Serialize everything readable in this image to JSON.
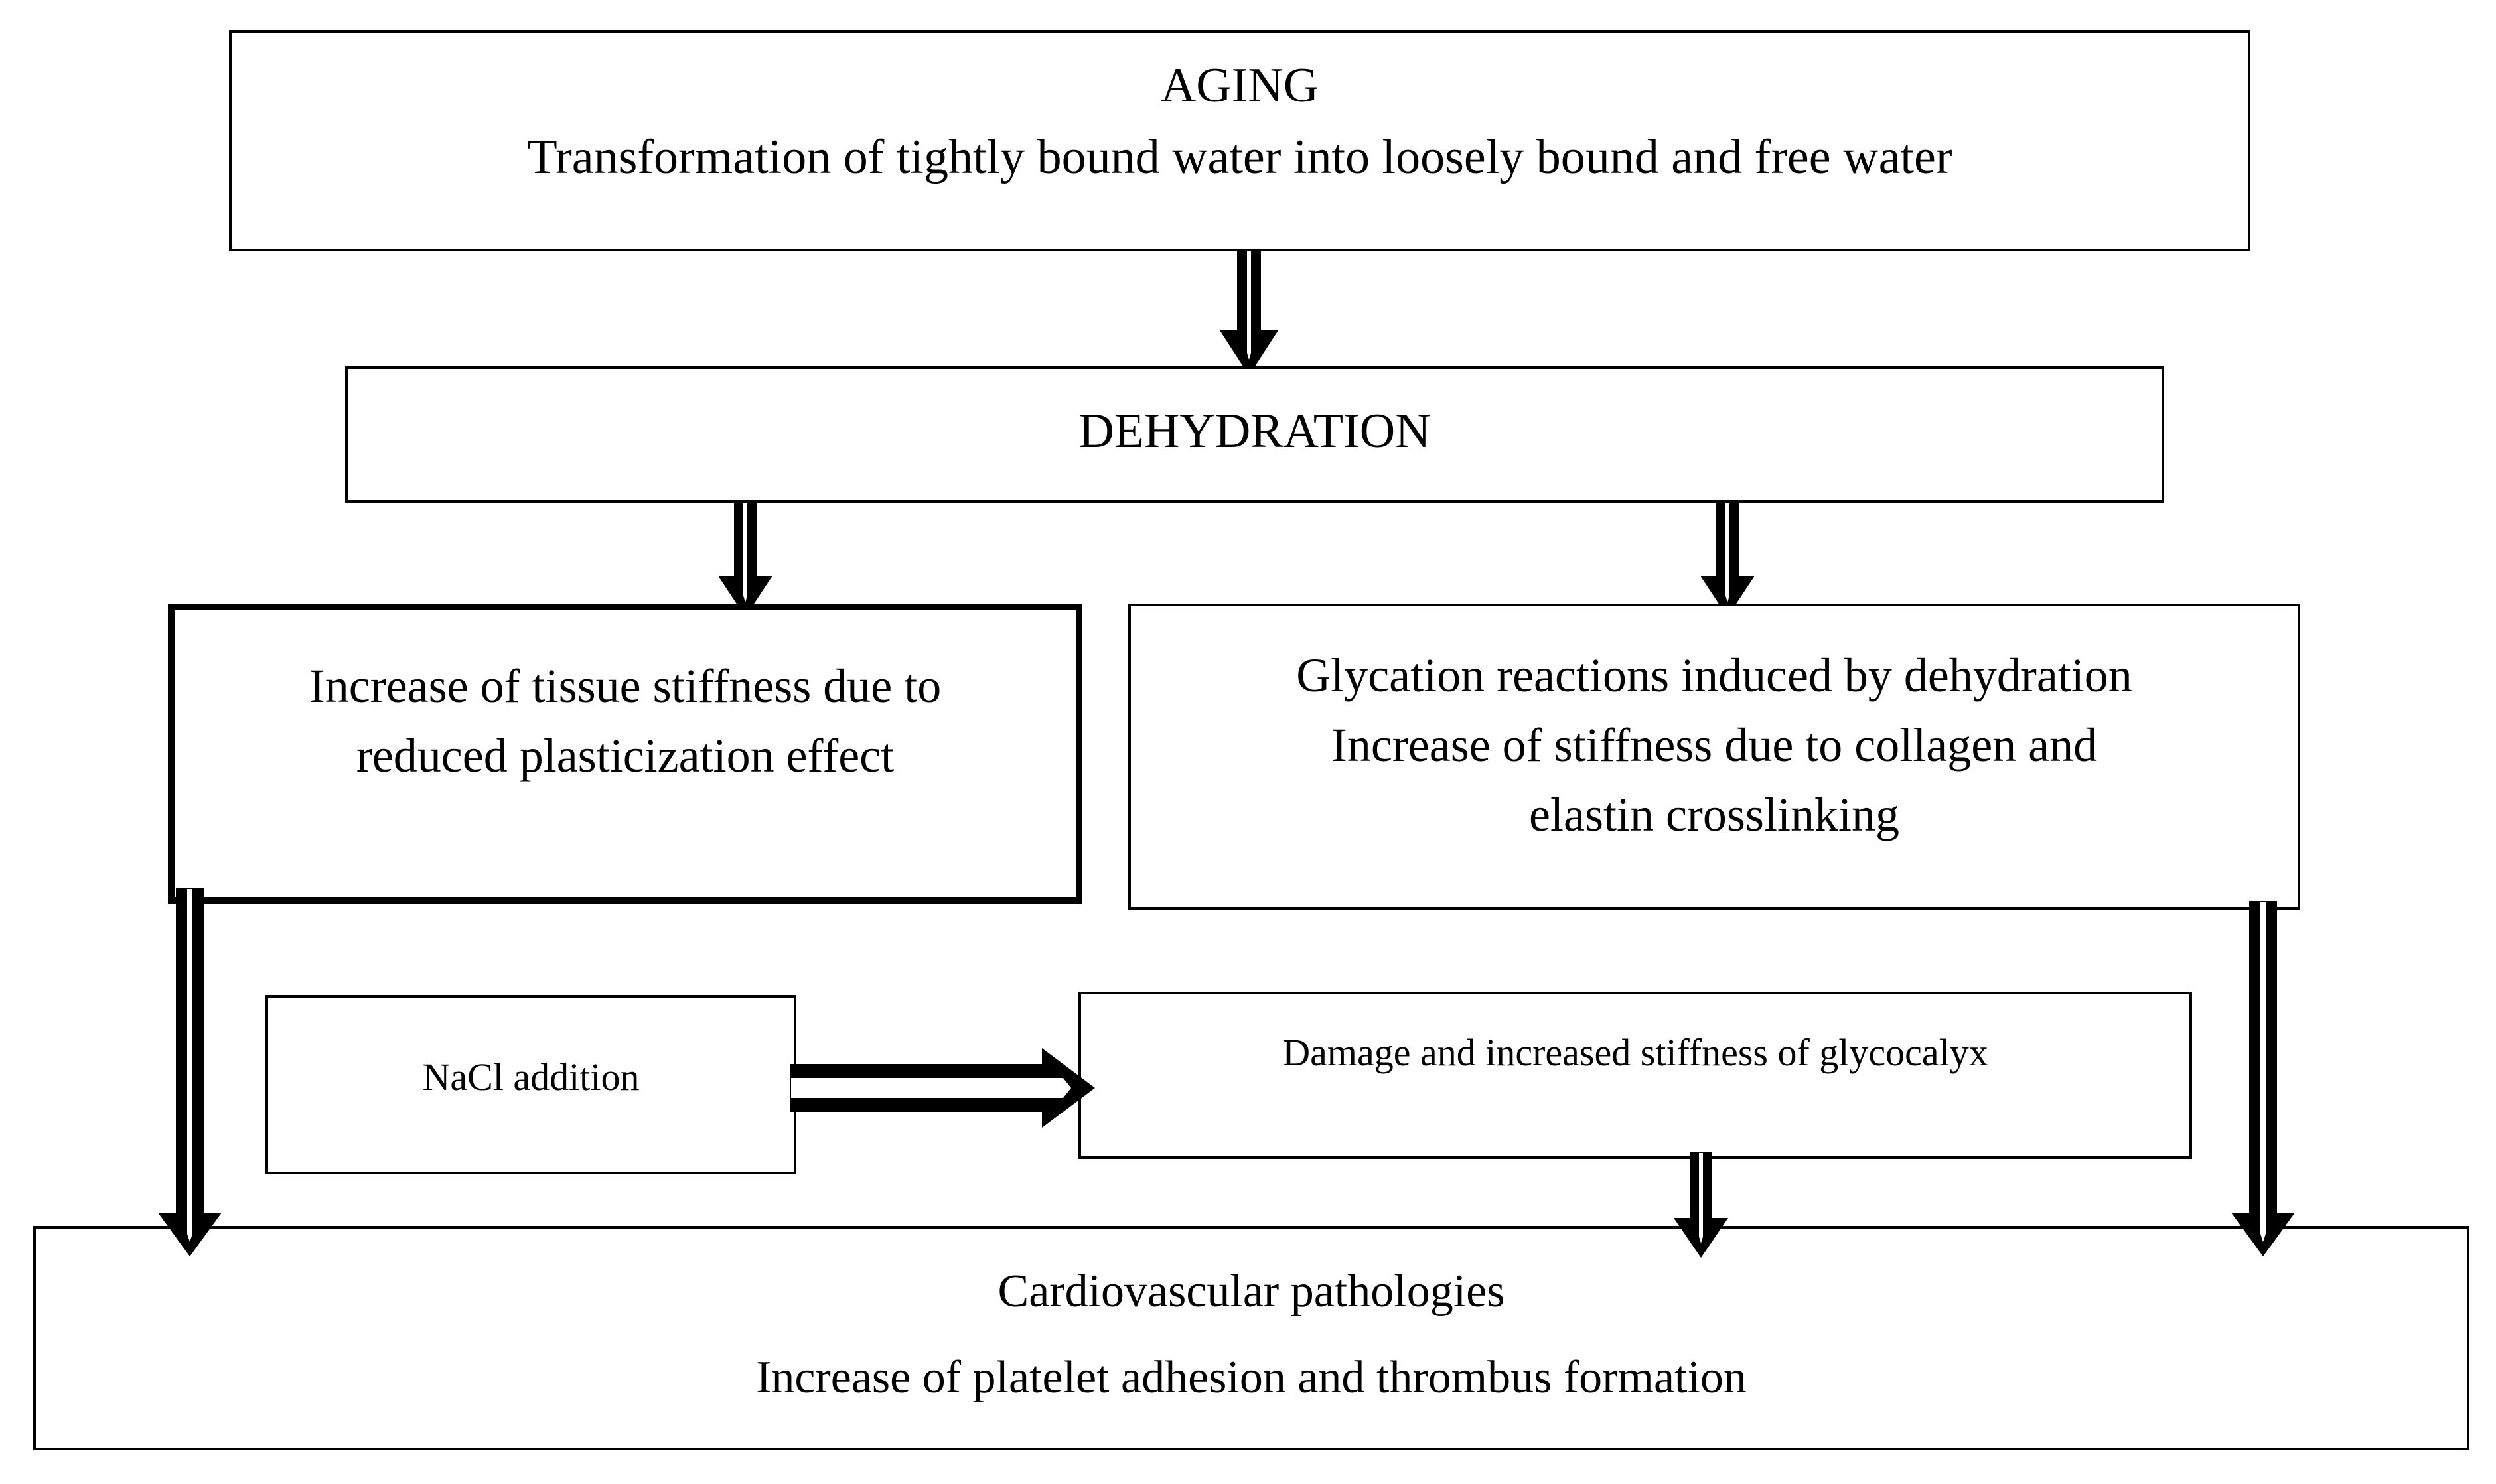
{
  "diagram": {
    "title": "Aging dehydration to cardiovascular pathologies flowchart",
    "stroke_color": "#000000",
    "fill_color": "#ffffff",
    "nodes": [
      {
        "id": "aging",
        "lines": [
          "AGING",
          "Transformation of tightly bound water into loosely bound and free water"
        ]
      },
      {
        "id": "dehydration",
        "lines": [
          "DEHYDRATION"
        ]
      },
      {
        "id": "stiffness",
        "lines": [
          "Increase of tissue stiffness due to",
          "reduced plasticization effect"
        ]
      },
      {
        "id": "glycation",
        "lines": [
          "Glycation reactions induced by dehydration",
          "Increase of stiffness due to collagen and",
          "elastin crosslinking"
        ]
      },
      {
        "id": "nacl",
        "lines": [
          "NaCl addition"
        ]
      },
      {
        "id": "glycocalyx",
        "lines": [
          "Damage and increased stiffness of glycocalyx"
        ]
      },
      {
        "id": "cardio",
        "lines": [
          "Cardiovascular pathologies",
          "Increase of platelet adhesion and thrombus formation"
        ]
      }
    ],
    "edges": [
      {
        "id": "aging-to-dehydration",
        "from": "aging",
        "to": "dehydration",
        "direction": "down"
      },
      {
        "id": "dehydration-to-stiffness",
        "from": "dehydration",
        "to": "stiffness",
        "direction": "down"
      },
      {
        "id": "dehydration-to-glycation",
        "from": "dehydration",
        "to": "glycation",
        "direction": "down"
      },
      {
        "id": "stiffness-to-cardio",
        "from": "stiffness",
        "to": "cardio",
        "direction": "down"
      },
      {
        "id": "glycation-to-cardio",
        "from": "glycation",
        "to": "cardio",
        "direction": "down"
      },
      {
        "id": "nacl-to-glycocalyx",
        "from": "nacl",
        "to": "glycocalyx",
        "direction": "right"
      },
      {
        "id": "glycocalyx-to-cardio",
        "from": "glycocalyx",
        "to": "cardio",
        "direction": "down"
      }
    ]
  }
}
